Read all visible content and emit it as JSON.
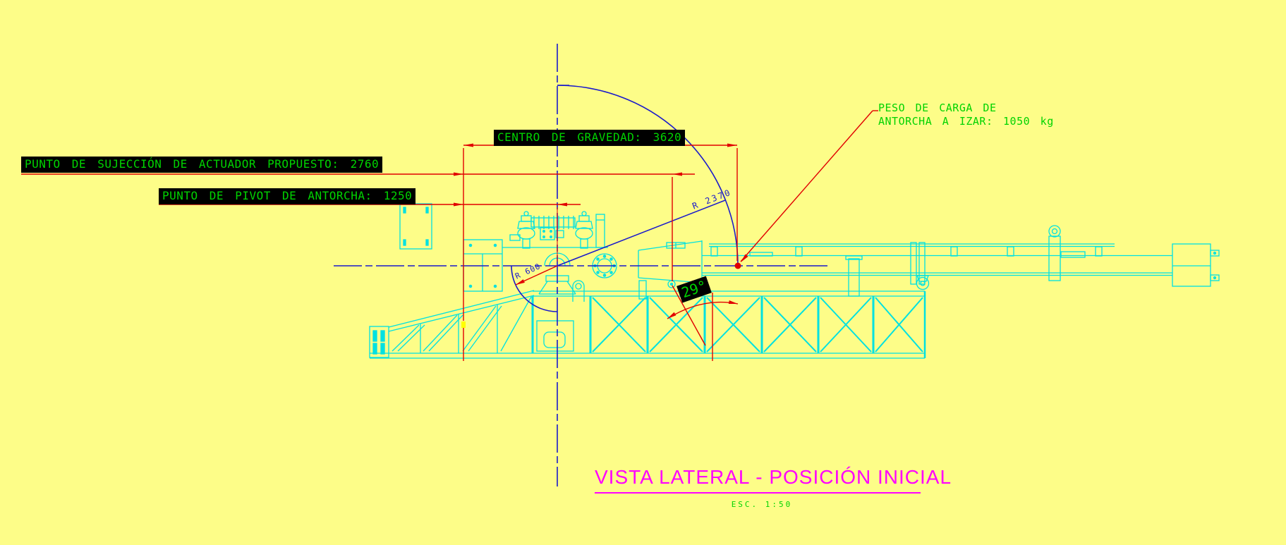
{
  "drawing": {
    "view_title": "VISTA LATERAL - POSICIÓN INICIAL",
    "scale": "ESC. 1:50",
    "dimension_labels": {
      "centro_gravedad": "CENTRO DE GRAVEDAD: 3620",
      "sujeccion_actuador": "PUNTO DE SUJECCIÓN DE ACTUADOR PROPUESTO: 2760",
      "pivot_antorcha": "PUNTO DE PIVOT DE ANTORCHA: 1250"
    },
    "annotations": {
      "peso_carga_line1": "PESO DE CARGA DE",
      "peso_carga_line2": "ANTORCHA A IZAR: 1050 kg",
      "radius_large": "R 2370",
      "radius_small": "R 600",
      "angle": "29°"
    },
    "colors": {
      "background": "#FDFD88",
      "structure_linework": "#00E1E1",
      "dimension_lines": "#E10000",
      "centerlines": "#1A1ACB",
      "label_text": "#00D400",
      "label_background": "#000000",
      "title_text": "#FF00FF"
    }
  }
}
